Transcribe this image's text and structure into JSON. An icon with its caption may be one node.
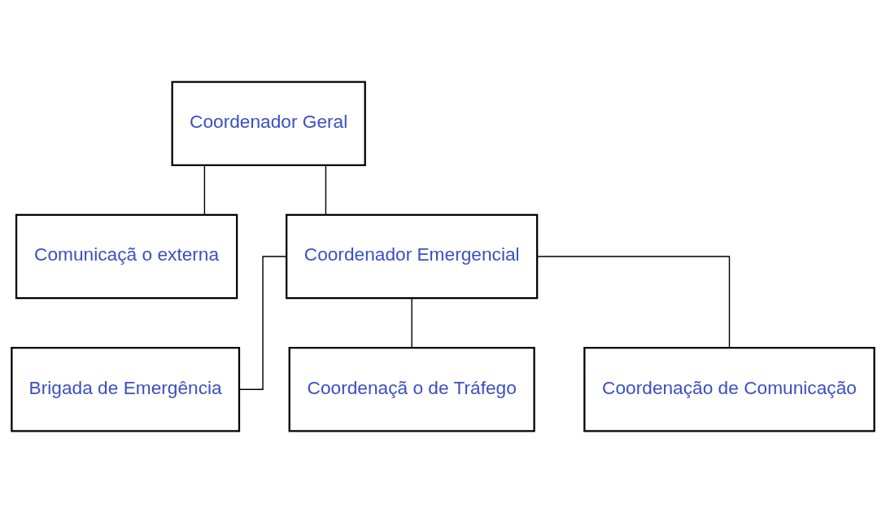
{
  "diagram": {
    "nodes": [
      {
        "text": [
          "Coordenador Geral"
        ]
      },
      {
        "text": [
          "Comunicaçã o externa"
        ]
      },
      {
        "text": [
          "Coordenador Emergencial"
        ]
      },
      {
        "text": [
          "Brigada de Emergência"
        ]
      },
      {
        "text": [
          "Coordenaçã o de Tráfego"
        ]
      },
      {
        "text": [
          "Coordenação de Comunicação"
        ]
      }
    ],
    "edges": [
      {
        "from": 0,
        "to": 2,
        "arrow": "none"
      },
      {
        "from": 0,
        "to": 1,
        "arrow": "none"
      },
      {
        "from": 2,
        "to": 3,
        "arrow": "none"
      },
      {
        "from": 2,
        "to": 4,
        "arrow": "none"
      },
      {
        "from": 2,
        "to": 5,
        "arrow": "none"
      }
    ]
  }
}
